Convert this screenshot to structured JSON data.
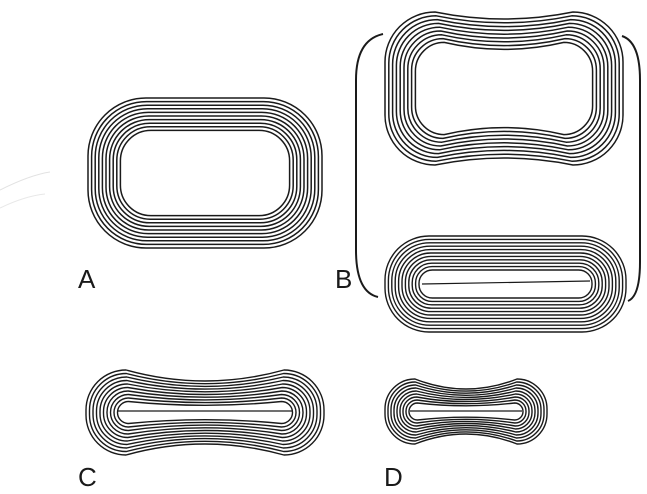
{
  "labels": {
    "a": "A",
    "b": "B",
    "c": "C",
    "d": "D"
  },
  "colors": {
    "ink": "#1a1a1a",
    "background": "#ffffff"
  }
}
